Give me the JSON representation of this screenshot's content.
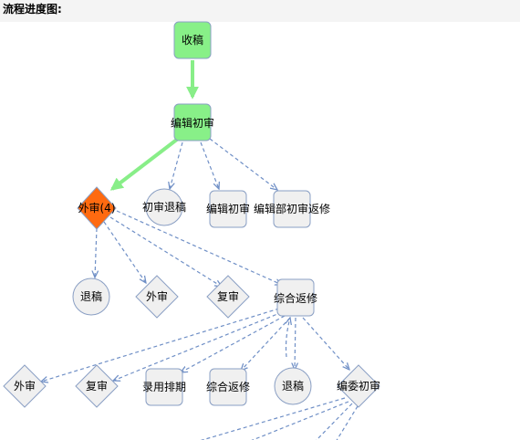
{
  "header": {
    "title": "流程进度图:"
  },
  "colors": {
    "completed": "#88f088",
    "current": "#ff6a10",
    "pending": "#f0f0f0",
    "edge_dashed": "#6f8fc6",
    "edge_solid": "#88ee88",
    "node_border": "#8a9fc4"
  },
  "nodes": {
    "shougao": {
      "label": "收稿",
      "shape": "rect",
      "state": "done"
    },
    "bianji_chushen_top": {
      "label": "编辑初审",
      "shape": "rect",
      "state": "done"
    },
    "waishen_current": {
      "label": "外审(4)",
      "shape": "diamond",
      "state": "current"
    },
    "chushen_tuigao": {
      "label": "初审退稿",
      "shape": "circle",
      "state": "pending"
    },
    "bianji_chushen_2": {
      "label": "编辑初审",
      "shape": "rect",
      "state": "pending"
    },
    "bianjibu_chushen_fanxiu": {
      "label": "编辑部初审返修",
      "shape": "rect",
      "state": "pending"
    },
    "tuigao_1": {
      "label": "退稿",
      "shape": "circle",
      "state": "pending"
    },
    "waishen_2": {
      "label": "外审",
      "shape": "diamond",
      "state": "pending"
    },
    "fushen_1": {
      "label": "复审",
      "shape": "diamond",
      "state": "pending"
    },
    "zonghe_fanxiu_1": {
      "label": "综合返修",
      "shape": "rect",
      "state": "pending"
    },
    "waishen_3": {
      "label": "外审",
      "shape": "diamond",
      "state": "pending"
    },
    "fushen_2": {
      "label": "复审",
      "shape": "diamond",
      "state": "pending"
    },
    "luyong_paiqi": {
      "label": "录用排期",
      "shape": "rect",
      "state": "pending"
    },
    "zonghe_fanxiu_2": {
      "label": "综合返修",
      "shape": "rect",
      "state": "pending"
    },
    "tuigao_2": {
      "label": "退稿",
      "shape": "circle",
      "state": "pending"
    },
    "bianwei_chushen": {
      "label": "编委初审",
      "shape": "diamond",
      "state": "pending"
    }
  }
}
